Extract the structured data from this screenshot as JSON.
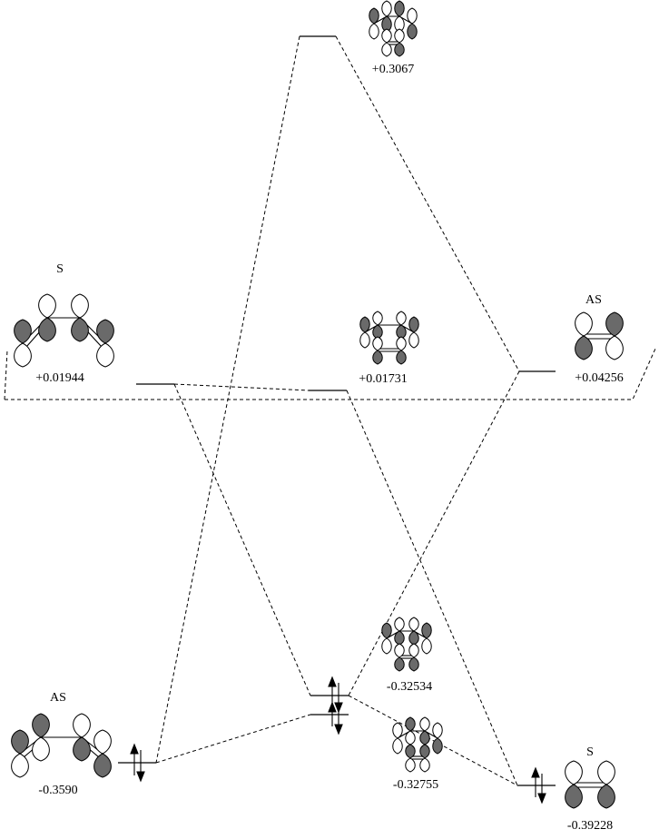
{
  "labels": {
    "sym_s_top_left": "S",
    "sym_as_top_right": "AS",
    "sym_as_bottom_left": "AS",
    "sym_s_bottom_right": "S"
  },
  "energies": {
    "top_center": "+0.3067",
    "left_upper": "+0.01944",
    "center_upper": "+0.01731",
    "right_upper": "+0.04256",
    "center_homo": "-0.32534",
    "center_homo_1": "-0.32755",
    "left_lower": "-0.3590",
    "right_lower": "-0.39228"
  }
}
